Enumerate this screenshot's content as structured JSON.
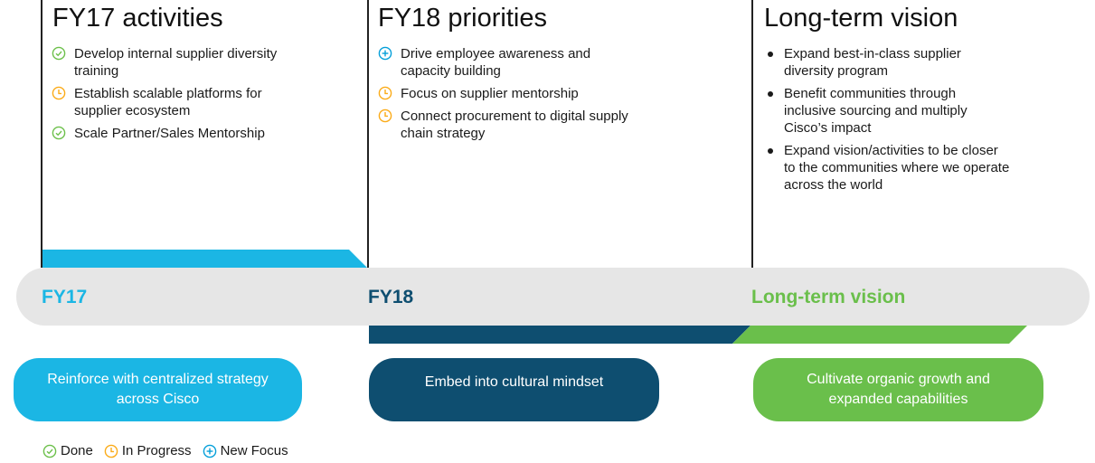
{
  "colors": {
    "done": "#6cc04a",
    "in_progress": "#fbab18",
    "new_focus": "#049fd9",
    "fy17": "#1bb6e4",
    "fy18": "#0e4e70",
    "long_term": "#6abf4b",
    "track": "#e6e6e6"
  },
  "columns": [
    {
      "title": "FY17 activities",
      "items": [
        {
          "status": "done",
          "icon": "check-circle-icon",
          "text": "Develop internal supplier diversity training"
        },
        {
          "status": "in_progress",
          "icon": "clock-icon",
          "text": "Establish scalable platforms for supplier ecosystem"
        },
        {
          "status": "done",
          "icon": "check-circle-icon",
          "text": "Scale Partner/Sales Mentorship"
        }
      ]
    },
    {
      "title": "FY18 priorities",
      "items": [
        {
          "status": "new_focus",
          "icon": "plus-circle-icon",
          "text": "Drive employee awareness and capacity building"
        },
        {
          "status": "in_progress",
          "icon": "clock-icon",
          "text": "Focus on supplier mentorship"
        },
        {
          "status": "in_progress",
          "icon": "clock-icon",
          "text": "Connect procurement to digital supply chain strategy"
        }
      ]
    },
    {
      "title": "Long-term vision",
      "items": [
        {
          "text": "Expand best-in-class supplier diversity program"
        },
        {
          "text": "Benefit communities through inclusive sourcing and multiply Cisco’s impact"
        },
        {
          "text": "Expand vision/activities to be closer to the communities where we operate across the world"
        }
      ]
    }
  ],
  "timeline": {
    "phases": [
      {
        "label": "FY17"
      },
      {
        "label": "FY18"
      },
      {
        "label": "Long-term vision"
      }
    ]
  },
  "pills": [
    {
      "text": "Reinforce with centralized strategy across Cisco"
    },
    {
      "text": "Embed into cultural mindset"
    },
    {
      "text": "Cultivate organic growth and expanded capabilities"
    }
  ],
  "legend": [
    {
      "icon": "check-circle-icon",
      "label": "Done"
    },
    {
      "icon": "clock-icon",
      "label": "In Progress"
    },
    {
      "icon": "plus-circle-icon",
      "label": "New Focus"
    }
  ]
}
